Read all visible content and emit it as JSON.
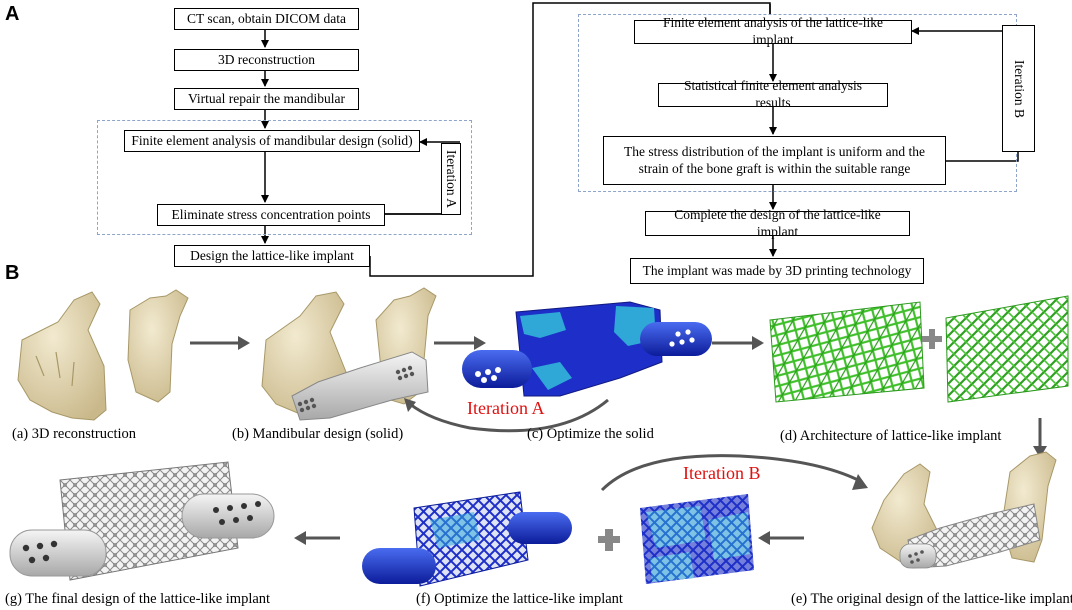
{
  "panels": {
    "a": "A",
    "b": "B"
  },
  "flow_left": {
    "ct_scan": "CT scan, obtain DICOM data",
    "reconstruction": "3D reconstruction",
    "virtual_repair": "Virtual repair the mandibular",
    "fea_solid": "Finite element analysis of mandibular design (solid)",
    "eliminate": "Eliminate stress concentration points",
    "design_lattice": "Design the lattice-like implant",
    "iteration": "Iteration A"
  },
  "flow_right": {
    "fea_lattice": "Finite element analysis of the lattice-like implant",
    "statistical": "Statistical finite element analysis results",
    "stress_uniform": "The stress distribution of the implant is uniform and the strain of the bone graft is within the suitable range",
    "complete": "Complete the design of the lattice-like implant",
    "printing": "The implant was made by 3D printing technology",
    "iteration": "Iteration B"
  },
  "captions": {
    "a": "(a) 3D reconstruction",
    "b": "(b) Mandibular design (solid)",
    "c": "(c) Optimize the solid",
    "d": "(d) Architecture of lattice-like implant",
    "e": "(e) The original design of the lattice-like implant",
    "f": "(f) Optimize the lattice-like implant",
    "g": "(g) The final design of the lattice-like  implant"
  },
  "iteration_labels": {
    "a": "Iteration A",
    "b": "Iteration B"
  },
  "colors": {
    "bone": "#e4d8b4",
    "implant_gray": "#c8c8c8",
    "fea_blue": "#1d2fc8",
    "fea_cyan": "#2fa8d8",
    "lattice_green": "#3fbf2a",
    "iteration_red": "#e01010",
    "dash_blue": "#8fa4c9"
  },
  "icons": {
    "arrow": "right-arrow-icon",
    "plus": "plus-icon"
  }
}
